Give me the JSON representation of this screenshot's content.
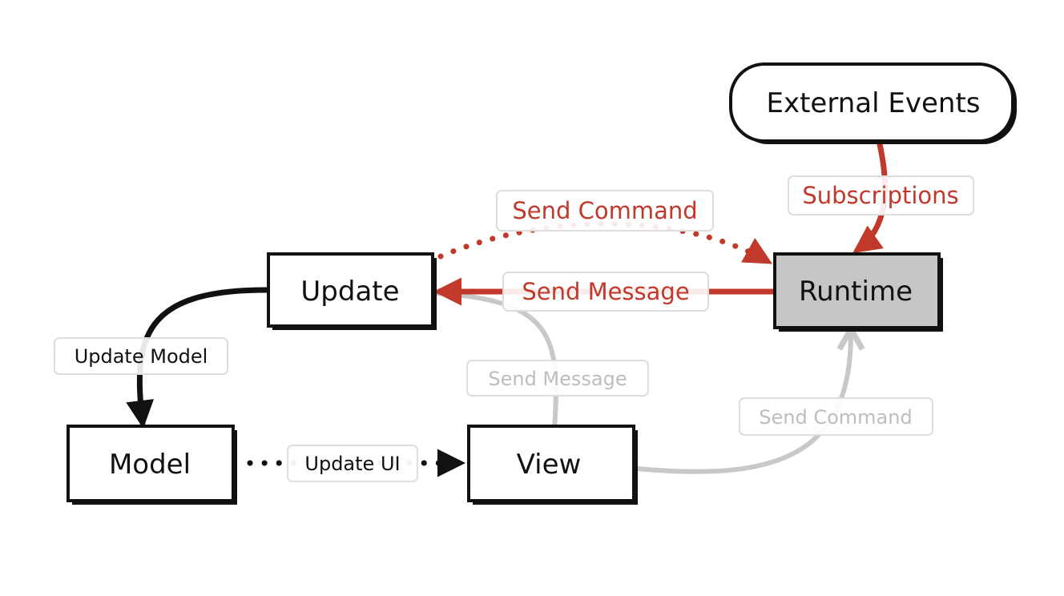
{
  "colors": {
    "ink": "#111111",
    "accent": "#c0392b",
    "muted": "#c8c8c8",
    "muted_text": "#bdbdbd",
    "runtime_fill": "#c6c6c6",
    "label_border": "#dddddd",
    "background": "#ffffff"
  },
  "nodes": {
    "external_events": "External Events",
    "update": "Update",
    "runtime": "Runtime",
    "model": "Model",
    "view": "View"
  },
  "edges": {
    "subscriptions": "Subscriptions",
    "send_command_update": "Send Command",
    "send_message_runtime": "Send Message",
    "update_model": "Update Model",
    "send_message_view": "Send Message",
    "send_command_view": "Send Command",
    "update_ui": "Update UI"
  }
}
